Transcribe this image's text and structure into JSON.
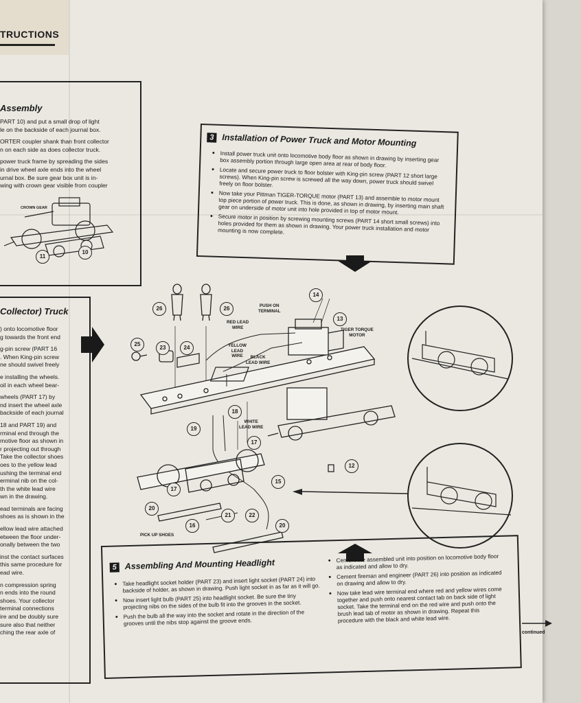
{
  "header": {
    "title": "TRUCTIONS"
  },
  "left_box_1": {
    "title": "Assembly",
    "lines": [
      "PART 10) and put a small drop of light",
      "le on the backside of each journal box.",
      "",
      "ORTER coupler shank than front collector",
      "n on each side as does collector truck.",
      "",
      "power truck frame by spreading the sides",
      " in drive wheel axle ends into the wheel",
      "urnal box.  Be sure gear box unit is in-",
      "wing with crown gear visible from coupler"
    ],
    "crown_gear_label": "CROWN GEAR",
    "callout_a": "11",
    "callout_b": "10"
  },
  "left_box_2": {
    "title": "Collector) Truck",
    "lines": [
      ") onto locomotive floor",
      "g towards the front end",
      "",
      "g-pin screw (PART 16",
      ".  When King-pin screw",
      "ne should swivel freely",
      "",
      "e installing the wheels.",
      "oil in each wheel bear-",
      "",
      "wheels (PART 17) by",
      "nd insert the wheel axle",
      "backside of each journal",
      "",
      "18 and PART 19) and",
      "rminal end through the",
      "motive floor as shown in",
      "r projecting out through",
      "Take the collector shoes",
      "oes to the yellow lead",
      "ushing the terminal end",
      "erminal nib on the col-",
      "th the white lead wire",
      "wn in the drawing.",
      "",
      "ead terminals are facing",
      "shoes as is shown in the",
      "",
      "ellow lead wire attached",
      "etween the floor under-",
      "onally between the two",
      "",
      "inst the contact surfaces",
      "this same procedure for",
      "ead wire.",
      "",
      "n  compression  spring",
      "n ends into the round",
      " shoes.  Your collector",
      " terminal connections",
      "ire and be doubly sure",
      " sure also that neither",
      "ching the rear axle of"
    ]
  },
  "section3": {
    "number": "3",
    "title": "Installation of Power Truck and Motor Mounting",
    "bullets": [
      "Install power truck unit onto locomotive body floor as shown in drawing by inserting gear box assembly portion through large open area at rear of body floor.",
      "Locate and secure power truck to floor bolster with King-pin screw (PART 12 short large screws).  When King-pin screw is screwed all the way down, power truck should swivel freely on floor bolster.",
      "Now take your Pittman TIGER-TORQUE motor (PART 13) and assemble to motor mount top piece portion of power truck.  This is done, as shown in drawing, by inserting main shaft gear on underside of motor unit into hole provided in top of motor mount.",
      "Secure motor in position by screwing mounting screws (PART 14 short small screws) into holes provided for them as shown in drawing.  Your power truck installation and motor mounting is now complete."
    ]
  },
  "diagram": {
    "labels": {
      "push_on_terminal": "PUSH ON\nTERMINAL",
      "red_lead_wire": "RED LEAD\nWIRE",
      "tiger_torque_motor": "TIGER TORQUE\nMOTOR",
      "yellow_lead_wire": "YELLOW\nLEAD\nWIRE",
      "black_lead_wire": "BLACK\nLEAD WIRE",
      "white_lead_wire": "WHITE\nLEAD WIRE",
      "pick_up_shoes": "PICK UP SHOES"
    },
    "callouts": [
      "26",
      "26",
      "14",
      "13",
      "25",
      "23",
      "24",
      "18",
      "19",
      "17",
      "17",
      "15",
      "12",
      "20",
      "21",
      "22",
      "16",
      "20"
    ]
  },
  "section5": {
    "number": "5",
    "title": "Assembling And Mounting Headlight",
    "left_bullets": [
      "Take headlight socket holder (PART 23) and insert light socket (PART 24) into backside of holder, as shown in drawing.  Push light socket in as far as it will go.",
      "Now insert light bulb (PART 25) into headlight socket.  Be sure the tiny projecting nibs on the sides of the bulb fit into the grooves in the socket.",
      "Push the bulb all the way into the socket and rotate in the direction of the grooves until the nibs stop against the groove ends."
    ],
    "right_bullets": [
      "Cement the assembled unit into position on locomotive body floor as indicated and allow to dry.",
      "Cement fireman and engineer (PART 26) into position as indicated on drawing and allow to dry.",
      "Now take lead wire terminal end where red and yellow wires come together and push onto nearest contact tab on back side of light socket.  Take the terminal end on the red wire and push onto the brush lead tab of motor as shown in drawing.  Repeat this procedure with the black and white lead wire."
    ]
  },
  "footer": {
    "continued": "continued"
  }
}
